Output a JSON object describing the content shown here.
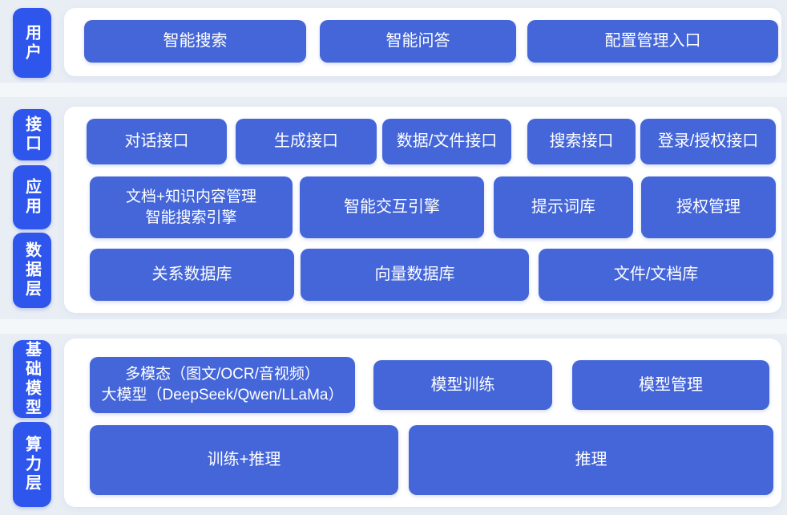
{
  "colors": {
    "background": "#e9eef5",
    "panel": "#ffffff",
    "box_blue": "#4466d9",
    "label_blue": "#2e55ec",
    "text": "#ffffff"
  },
  "sidebar": {
    "user": "用户",
    "interface": "接口",
    "application": "应用",
    "data_layer": "数据层",
    "foundation_model": "基础模型",
    "compute_layer": "算力层"
  },
  "rows": {
    "user": [
      "智能搜索",
      "智能问答",
      "配置管理入口"
    ],
    "interface": [
      "对话接口",
      "生成接口",
      "数据/文件接口",
      "搜索接口",
      "登录/授权接口"
    ],
    "application": {
      "doc_box": {
        "line1": "文档+知识内容管理",
        "line2": "智能搜索引擎"
      },
      "others": [
        "智能交互引擎",
        "提示词库",
        "授权管理"
      ]
    },
    "data": [
      "关系数据库",
      "向量数据库",
      "文件/文档库"
    ],
    "model": {
      "multimodal_box": {
        "line1": "多模态（图文/OCR/音视频）",
        "line2": "大模型（DeepSeek/Qwen/LLaMa）"
      },
      "others": [
        "模型训练",
        "模型管理"
      ]
    },
    "compute": [
      "训练+推理",
      "推理"
    ]
  }
}
